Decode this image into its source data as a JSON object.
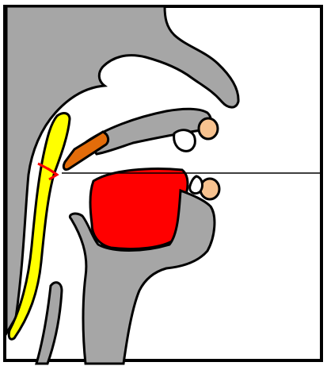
{
  "colors": {
    "background": "#ffffff",
    "outline": "#000000",
    "tissue": "#a6a6a6",
    "tongue": "#ff0000",
    "soft_palate": "#e36c0a",
    "pharyngeal_wall": "#ffff00",
    "lips": "#f7c28f",
    "teeth": "#ffffff",
    "arrow": "#ff0000",
    "reference_line": "#000000"
  },
  "shapes": [
    "frame",
    "nasal-cavity",
    "hard-palate",
    "soft-palate",
    "upper-lip",
    "upper-tooth",
    "tongue",
    "lower-lip",
    "lower-tooth",
    "jaw-and-neck",
    "pharyngeal-wall",
    "constriction-arrow",
    "reference-line"
  ]
}
